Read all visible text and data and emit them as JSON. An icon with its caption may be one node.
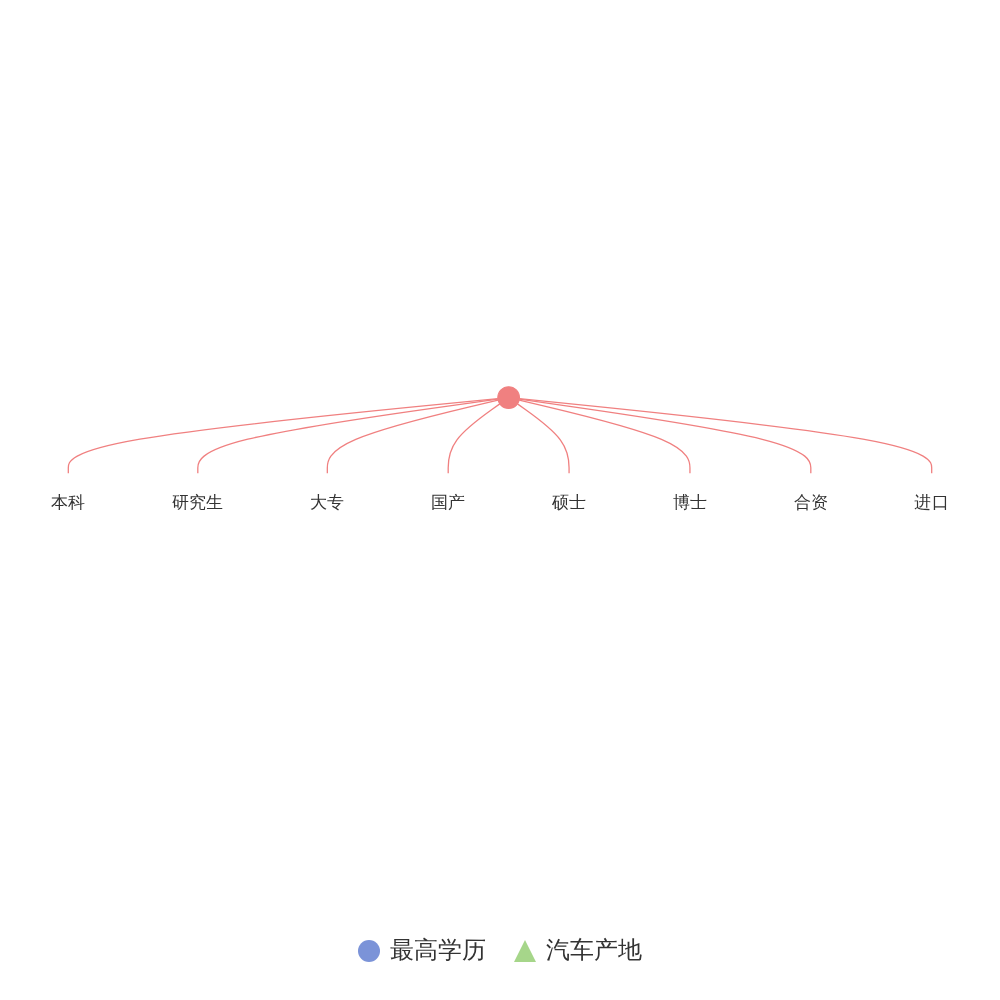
{
  "diagram": {
    "nodes": [
      {
        "text": [],
        "shape": "circle"
      },
      {
        "text": [
          "本科"
        ]
      },
      {
        "text": [
          "研究生"
        ]
      },
      {
        "text": [
          "大专"
        ]
      },
      {
        "text": [
          "国产"
        ]
      },
      {
        "text": [
          "硕士"
        ]
      },
      {
        "text": [
          "博士"
        ]
      },
      {
        "text": [
          "合资"
        ]
      },
      {
        "text": [
          "进口"
        ]
      }
    ],
    "edges": [
      {
        "from": 0,
        "to": 1,
        "arrow": "none"
      },
      {
        "from": 0,
        "to": 2,
        "arrow": "none"
      },
      {
        "from": 0,
        "to": 3,
        "arrow": "none"
      },
      {
        "from": 0,
        "to": 4,
        "arrow": "none"
      },
      {
        "from": 0,
        "to": 5,
        "arrow": "none"
      },
      {
        "from": 0,
        "to": 6,
        "arrow": "none"
      },
      {
        "from": 0,
        "to": 7,
        "arrow": "none"
      },
      {
        "from": 0,
        "to": 8,
        "arrow": "none"
      }
    ],
    "legend": [
      {
        "text": "最高学历",
        "color": "#7b93d8"
      },
      {
        "text": "汽车产地",
        "color": "#a6d68a"
      }
    ]
  }
}
